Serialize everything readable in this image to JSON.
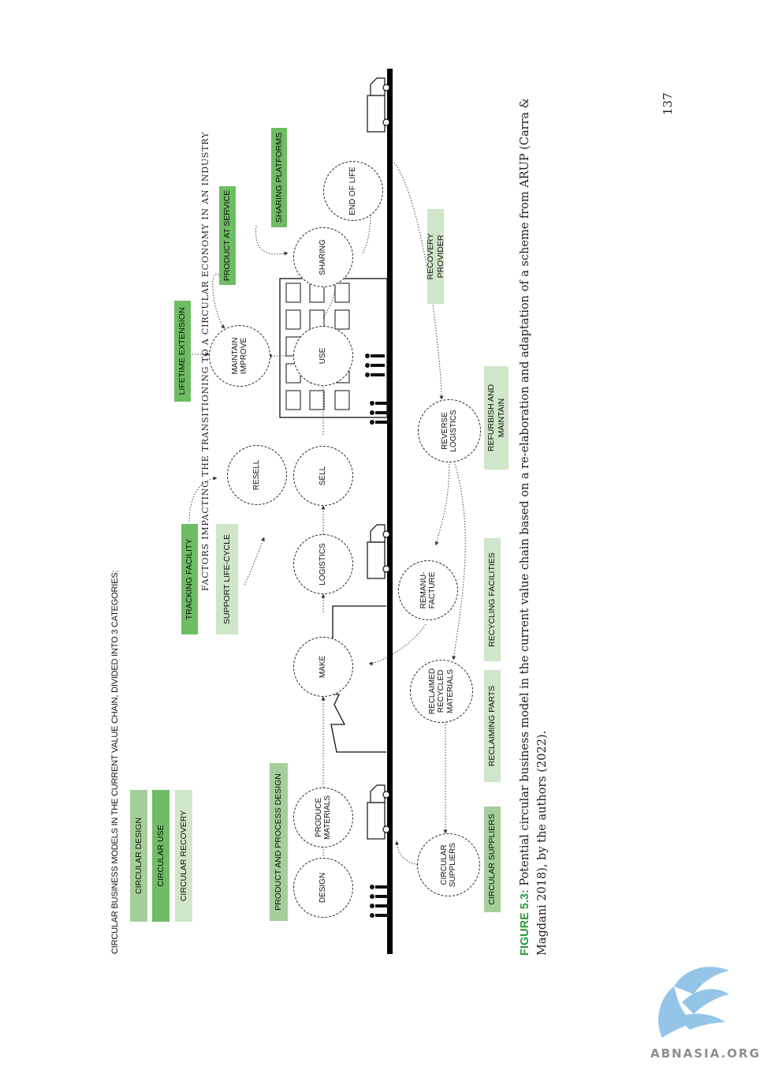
{
  "diagram": {
    "heading": "CIRCULAR BUSINESS MODELS IN THE CURRENT VALUE CHAIN, DIVIDED INTO 3 CATEGORIES:",
    "colors": {
      "circular_design": "#a4cf9a",
      "circular_use": "#6ebc63",
      "circular_recovery": "#cfe6c8",
      "line": "#000000"
    },
    "legend": [
      "CIRCULAR DESIGN",
      "CIRCULAR USE",
      "CIRCULAR RECOVERY"
    ],
    "main_nodes": {
      "design": "DESIGN",
      "produce": "PRODUCE\nMATERIALS",
      "make": "MAKE",
      "logistics": "LOGISTICS",
      "sell": "SELL",
      "use": "USE",
      "sharing": "SHARING",
      "end_of_life": "END OF LIFE"
    },
    "upper_nodes": {
      "resell": "RESELL",
      "maintain": "MAINTAIN\nIMPROVE"
    },
    "lower_nodes": {
      "circular_suppliers": "CIRCULAR\nSUPPLIERS",
      "reclaimed": "RECLAIMED\nRECYCLED\nMATERIALS",
      "remanufacture": "REMANU-\nFACTURE",
      "reverse_logistics": "REVERSE\nLOGISTICS"
    },
    "tags_upper": {
      "product_process_design": "PRODUCT AND PROCESS DESIGN",
      "tracking_facility": "TRACKING FACILITY",
      "support_life_cycle": "SUPPORT LIFE-CYCLE",
      "lifetime_extension": "LIFETIME EXTENSION",
      "product_at_service": "PRODUCT AT SERVICE",
      "sharing_platforms": "SHARING PLATFORMS"
    },
    "tags_lower": {
      "circular_suppliers": "CIRCULAR SUPPLIERS",
      "reclaiming_parts": "RECLAIMING PARTS",
      "recycling_facilities": "RECYCLING FACILITIES",
      "refurbish_maintain": "REFURBISH AND\nMAINTAIN",
      "recovery_provider": "RECOVERY PROVIDER"
    }
  },
  "caption": {
    "label": "FIGURE 5.3:",
    "text": "Potential circular business model in the current value chain based on a re-elaboration and adaptation of a scheme from ARUP (Carra & Magdani 2018), by the authors (2022)."
  },
  "footer": {
    "running_title": "FACTORS IMPACTING THE TRANSITIONING TO A CIRCULAR ECONOMY IN AN INDUSTRY",
    "page_number": "137"
  },
  "watermark": {
    "text": "ABNASIA.ORG",
    "icon": "bird-logo-icon"
  }
}
